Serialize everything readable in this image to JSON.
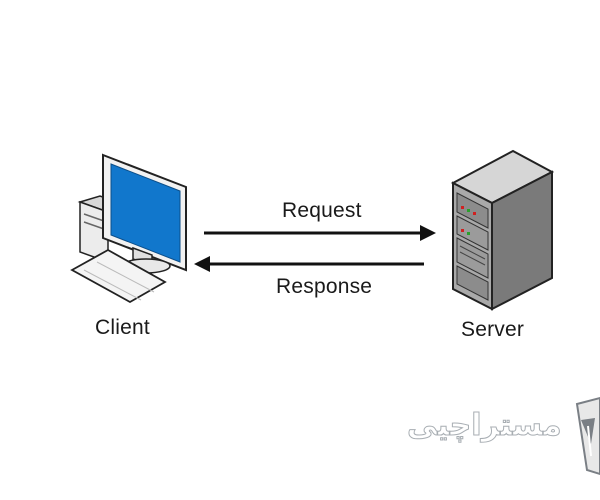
{
  "nodes": {
    "client": {
      "label": "Client",
      "icon": "desktop-computer-icon",
      "screen_color": "#1177cc"
    },
    "server": {
      "label": "Server",
      "icon": "server-tower-icon"
    }
  },
  "edges": {
    "request": {
      "label": "Request",
      "direction": "client-to-server"
    },
    "response": {
      "label": "Response",
      "direction": "server-to-client"
    }
  },
  "watermark": {
    "text": "مستراچیی",
    "icon": "fountain-pen-logo-icon"
  },
  "colors": {
    "line": "#111111",
    "background": "#ffffff"
  }
}
